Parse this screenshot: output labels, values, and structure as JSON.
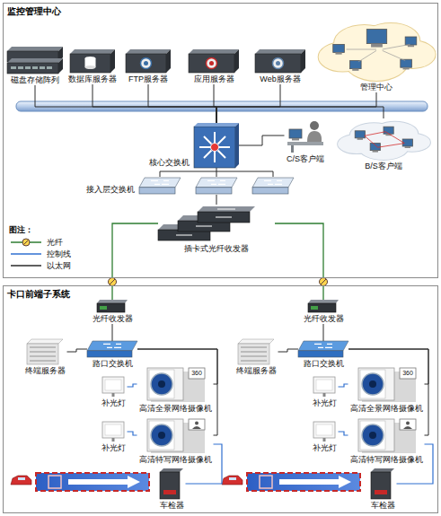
{
  "diagram": {
    "nodes": [
      {
        "text": [
          "监控管理中心"
        ]
      },
      {
        "text": [
          "磁盘存储阵列"
        ],
        "in": 0
      },
      {
        "text": [
          "数据库服务器"
        ],
        "in": 0
      },
      {
        "text": [
          "FTP服务器"
        ],
        "in": 0
      },
      {
        "text": [
          "应用服务器"
        ],
        "in": 0
      },
      {
        "text": [
          "Web服务器"
        ],
        "in": 0
      },
      {
        "text": [
          "管理中心"
        ],
        "in": 0
      },
      {
        "text": [
          "核心交换机"
        ],
        "in": 0
      },
      {
        "text": [
          "C/S客户端"
        ],
        "in": 0
      },
      {
        "text": [
          "B/S客户端"
        ],
        "in": 0
      },
      {
        "text": [
          "接入层交换机"
        ],
        "in": 0
      },
      {
        "text": [
          "插卡式光纤收发器"
        ],
        "in": 0
      },
      {
        "text": [
          "卡口前端子系统"
        ]
      },
      {
        "text": [
          "光纤收发器"
        ],
        "in": 12
      },
      {
        "text": [
          "终端服务器"
        ],
        "in": 12
      },
      {
        "text": [
          "路口交换机"
        ],
        "in": 12
      },
      {
        "text": [
          "补光灯"
        ],
        "in": 12
      },
      {
        "text": [
          "高清全景网络摄像机"
        ],
        "in": 12
      },
      {
        "text": [
          "补光灯"
        ],
        "in": 12
      },
      {
        "text": [
          "高清特写网络摄像机"
        ],
        "in": 12
      },
      {
        "text": [
          "车检器"
        ],
        "in": 12
      },
      {
        "text": [
          "光纤收发器"
        ],
        "in": 12
      },
      {
        "text": [
          "终端服务器"
        ],
        "in": 12
      },
      {
        "text": [
          "路口交换机"
        ],
        "in": 12
      },
      {
        "text": [
          "补光灯"
        ],
        "in": 12
      },
      {
        "text": [
          "高清全景网络摄像机"
        ],
        "in": 12
      },
      {
        "text": [
          "补光灯"
        ],
        "in": 12
      },
      {
        "text": [
          "高清特写网络摄像机"
        ],
        "in": 12
      },
      {
        "text": [
          "车检器"
        ],
        "in": 12
      }
    ],
    "edges": [
      {
        "from": 1,
        "to": 7,
        "arrow": "none"
      },
      {
        "from": 2,
        "to": 7,
        "arrow": "none"
      },
      {
        "from": 3,
        "to": 7,
        "arrow": "none"
      },
      {
        "from": 4,
        "to": 7,
        "arrow": "none"
      },
      {
        "from": 5,
        "to": 7,
        "arrow": "none"
      },
      {
        "from": 6,
        "to": 7,
        "arrow": "none"
      },
      {
        "from": 8,
        "to": 7,
        "arrow": "none"
      },
      {
        "from": 9,
        "to": 7,
        "arrow": "none"
      },
      {
        "from": 7,
        "to": 10,
        "arrow": "none"
      },
      {
        "from": 10,
        "to": 11,
        "arrow": "none"
      },
      {
        "from": 11,
        "to": 13,
        "arrow": "none"
      },
      {
        "from": 11,
        "to": 21,
        "arrow": "none"
      },
      {
        "from": 13,
        "to": 15,
        "arrow": "none"
      },
      {
        "from": 14,
        "to": 15,
        "arrow": "none"
      },
      {
        "from": 15,
        "to": 17,
        "arrow": "none"
      },
      {
        "from": 15,
        "to": 19,
        "arrow": "none"
      },
      {
        "from": 16,
        "to": 17,
        "arrow": "none"
      },
      {
        "from": 18,
        "to": 19,
        "arrow": "none"
      },
      {
        "from": 20,
        "to": 19,
        "arrow": "none"
      },
      {
        "from": 21,
        "to": 23,
        "arrow": "none"
      },
      {
        "from": 22,
        "to": 23,
        "arrow": "none"
      },
      {
        "from": 23,
        "to": 25,
        "arrow": "none"
      },
      {
        "from": 23,
        "to": 27,
        "arrow": "none"
      },
      {
        "from": 24,
        "to": 25,
        "arrow": "none"
      },
      {
        "from": 26,
        "to": 27,
        "arrow": "none"
      },
      {
        "from": 28,
        "to": 27,
        "arrow": "none"
      }
    ],
    "labels": [
      "图注：",
      "360",
      "360"
    ],
    "legend": [
      {
        "text": "光纤"
      },
      {
        "text": "控制线"
      },
      {
        "text": "以太网"
      }
    ]
  }
}
